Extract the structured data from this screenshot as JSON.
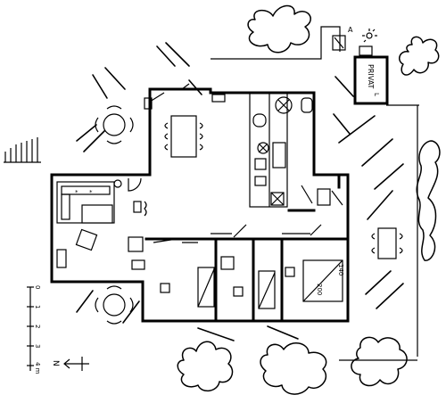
{
  "labels": {
    "annex": "PRIVAT",
    "annex_mark": "L",
    "gate_letter": "A",
    "bed_mark_1": "140",
    "bed_mark_2": "200",
    "compass": "N"
  },
  "scale_ticks": [
    "0",
    "1",
    "2",
    "3",
    "4 m"
  ]
}
